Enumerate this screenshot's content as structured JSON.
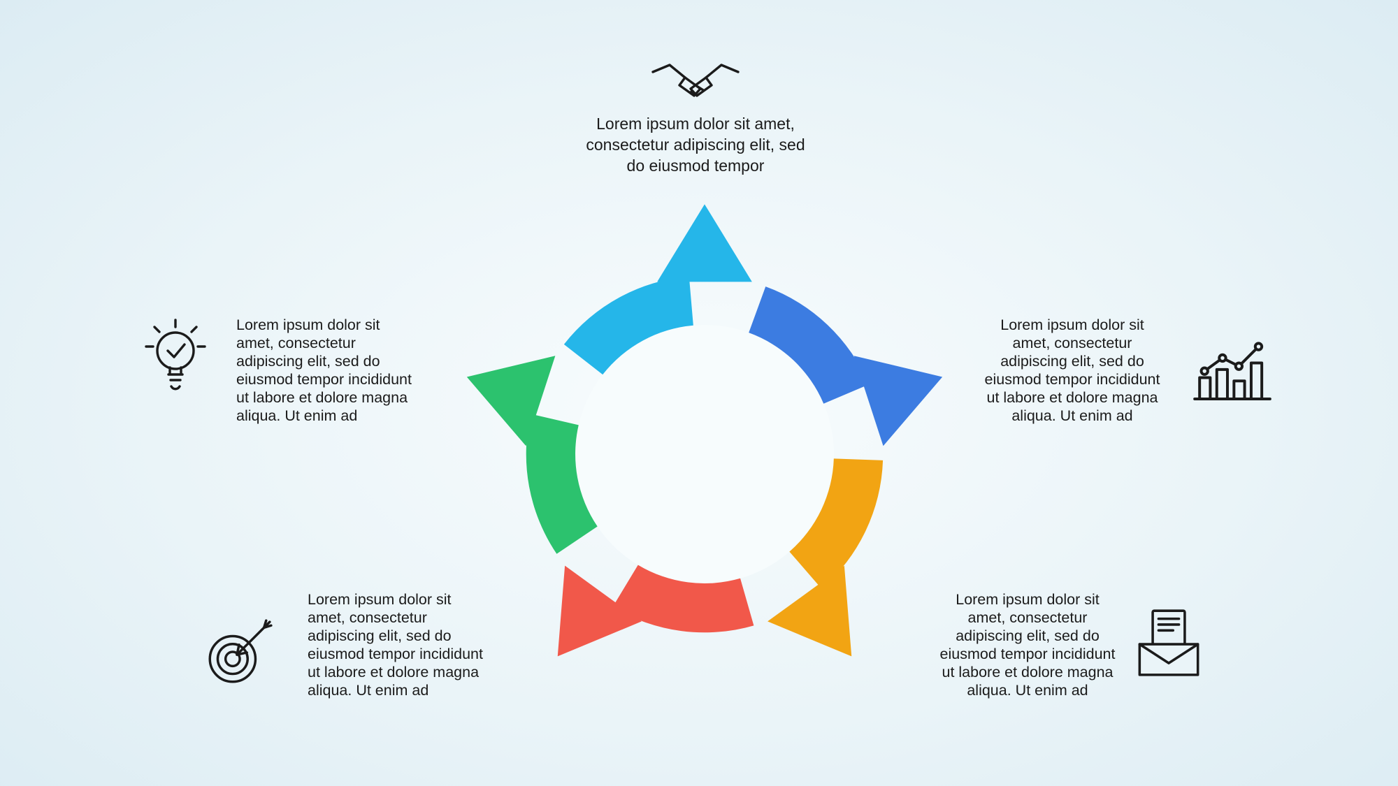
{
  "canvas": {
    "background_center": "#f8fcfd",
    "background_mid": "#eaf4f8",
    "background_edge": "#dcecf3",
    "inner_circle": "#f7fcfd",
    "text_color": "#1b1b1b"
  },
  "steps": [
    {
      "id": "top",
      "color": "#25b6e9",
      "icon": "handshake-icon",
      "text": "Lorem ipsum dolor sit amet,\nconsectetur adipiscing elit, sed\ndo eiusmod tempor"
    },
    {
      "id": "right",
      "color": "#3c7ce1",
      "icon": "growth-chart-icon",
      "text": "Lorem ipsum dolor sit\namet, consectetur\nadipiscing elit, sed do\neiusmod tempor incididunt\nut labore et dolore magna\naliqua. Ut enim ad"
    },
    {
      "id": "bottom-right",
      "color": "#f2a413",
      "icon": "open-envelope-icon",
      "text": "Lorem ipsum dolor sit\namet, consectetur\nadipiscing elit, sed do\neiusmod tempor incididunt\nut labore et dolore magna\naliqua. Ut enim ad"
    },
    {
      "id": "bottom-left",
      "color": "#f1584a",
      "icon": "dartboard-arrow-icon",
      "text": "Lorem ipsum dolor sit\namet, consectetur\nadipiscing elit, sed do\neiusmod tempor incididunt\nut labore et dolore magna\naliqua. Ut enim ad"
    },
    {
      "id": "left",
      "color": "#2cc26e",
      "icon": "lightbulb-check-icon",
      "text": "Lorem ipsum dolor sit\namet, consectetur\nadipiscing elit, sed do\neiusmod tempor incididunt\nut labore et dolore magna\naliqua. Ut enim ad"
    }
  ]
}
